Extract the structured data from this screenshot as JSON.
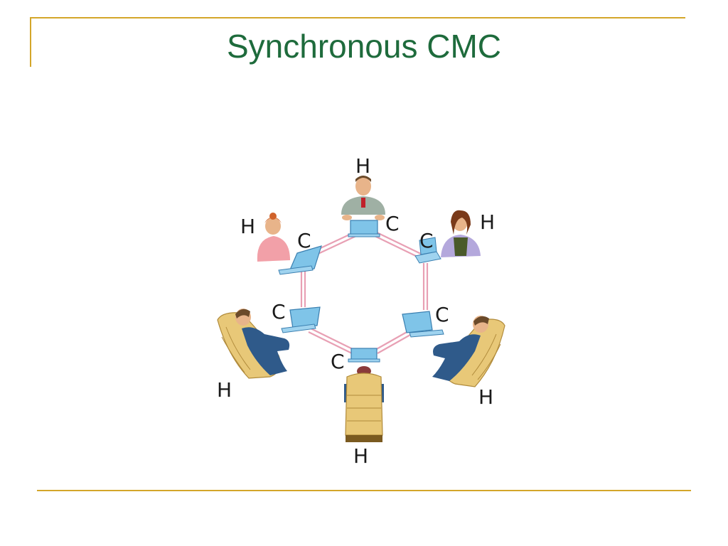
{
  "slide": {
    "title": "Synchronous CMC"
  },
  "diagram": {
    "human_label": "H",
    "computer_label": "C",
    "participants": [
      {
        "id": "top",
        "human": "H",
        "computer": "C"
      },
      {
        "id": "upper-left",
        "human": "H",
        "computer": "C"
      },
      {
        "id": "upper-right",
        "human": "H",
        "computer": "C"
      },
      {
        "id": "lower-left",
        "human": "H",
        "computer": "C"
      },
      {
        "id": "lower-right",
        "human": "H",
        "computer": "C"
      },
      {
        "id": "bottom",
        "human": "H",
        "computer": "C"
      }
    ],
    "colors": {
      "link": "#e8a0b4",
      "screen": "#7fc4e8",
      "chair": "#e8c878",
      "suit": "#2f5a8a",
      "accent": "#d4a62a",
      "title": "#1e6b3c"
    }
  }
}
